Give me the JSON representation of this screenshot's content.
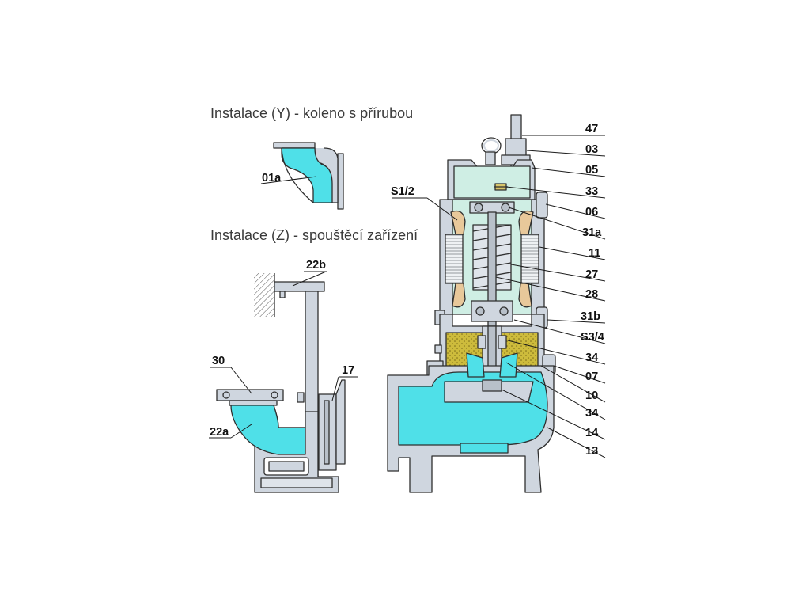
{
  "captions": {
    "install_y": "Instalace (Y) - koleno s přírubou",
    "install_z": "Instalace (Z) - spouštěcí zařízení"
  },
  "labels": {
    "l01a": "01a",
    "l22b": "22b",
    "l30": "30",
    "l17": "17",
    "l22a": "22a",
    "s12": "S1/2",
    "l47": "47",
    "l03": "03",
    "l05": "05",
    "l33": "33",
    "l06": "06",
    "l31a": "31a",
    "l11": "11",
    "l27": "27",
    "l28": "28",
    "l31b": "31b",
    "s34": "S3/4",
    "l34a": "34",
    "l07": "07",
    "l10": "10",
    "l34b": "34",
    "l14": "14",
    "l13": "13"
  },
  "colors": {
    "water": "#4fe0e8",
    "housing": "#cfd6df",
    "motor_fill": "#cfeee4",
    "oil": "#c9b73a",
    "brush": "#e8c89a",
    "lid": "#d8c56a",
    "line": "#2f2f2f"
  }
}
